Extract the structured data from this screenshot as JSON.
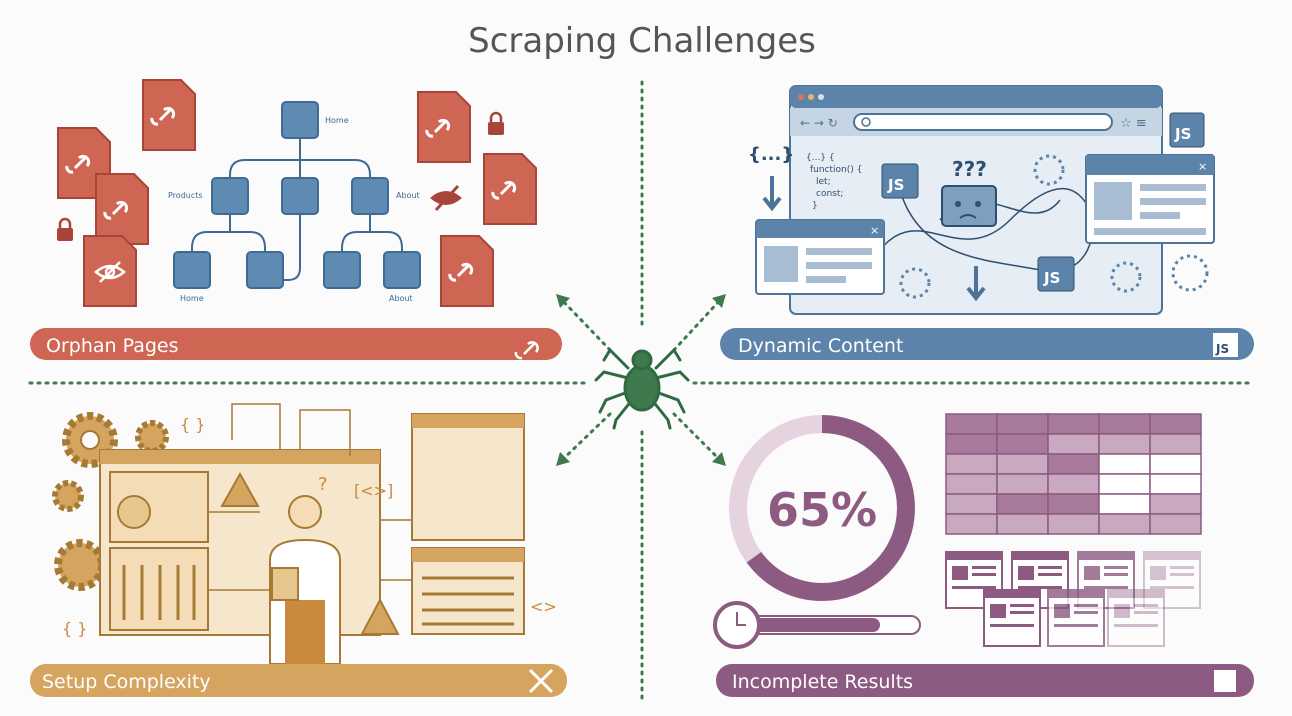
{
  "title": "Scraping Challenges",
  "colors": {
    "orphan": "#cf6653",
    "dynamic": "#5c84aa",
    "setup": "#d5a45e",
    "incomplete": "#8d5b82",
    "divider": "#3f7a4f"
  },
  "quadrants": {
    "orphan": {
      "label": "Orphan Pages",
      "icon": "broken-link-icon",
      "tree_labels": {
        "root": "Home",
        "left": "Products",
        "right": "About",
        "leaf_left": "Home",
        "leaf_right": "About"
      }
    },
    "dynamic": {
      "label": "Dynamic Content",
      "icon": "js-icon",
      "code": [
        "{...} {",
        "function() {",
        "let;",
        "const;",
        "}"
      ],
      "braces": "{...}",
      "js": "JS",
      "question": "???"
    },
    "setup": {
      "label": "Setup Complexity",
      "icon": "wrench-screwdriver-icon",
      "symbols": {
        "braces": "{ }",
        "code": "[<>]",
        "angle": "<>",
        "braces2": "{ }",
        "question": "?"
      }
    },
    "incomplete": {
      "label": "Incomplete Results",
      "icon": "puzzle-icon",
      "progress_text": "65%",
      "progress": 0.65
    }
  }
}
